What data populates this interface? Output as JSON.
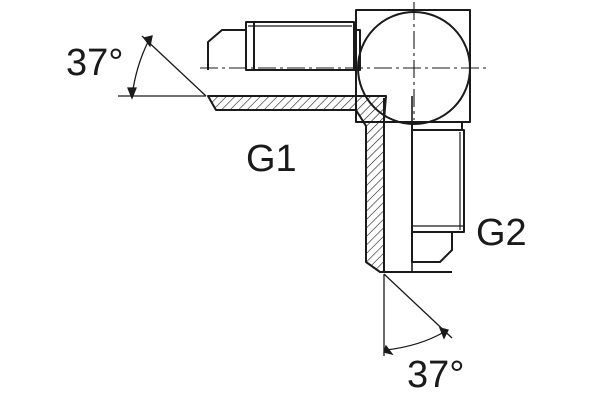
{
  "labels": {
    "angle_top": "37°",
    "port_1": "G1",
    "port_2": "G2",
    "angle_bottom": "37°"
  },
  "colors": {
    "line": "#1a1a1a",
    "background": "#ffffff"
  }
}
